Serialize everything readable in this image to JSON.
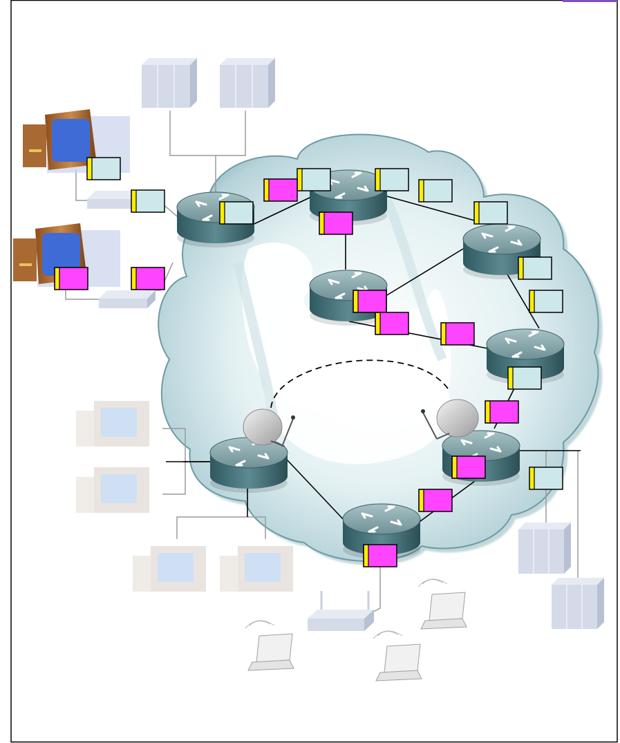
{
  "diagram": {
    "colors": {
      "frame": "#000000",
      "corner_tab": "#7c4fc4",
      "cloud_fill": "#d5e8ec",
      "cloud_edge": "#7fa9b2",
      "router_top": "#7f9ea3",
      "router_body": "#3e6c74",
      "link": "#000000",
      "gray_line": "#9a9a9a",
      "label_blue": "#cde8ea",
      "label_pink": "#ff44ff",
      "label_stripe": "#ffee00",
      "server": "#d4dae8",
      "faded_pc": "#e9e4df",
      "pc_body": "#b8773b",
      "pc_screen": "#3e6bd6"
    },
    "routers": [
      {
        "id": "edge-left"
      },
      {
        "id": "core-top"
      },
      {
        "id": "core-middle"
      },
      {
        "id": "core-right-upper"
      },
      {
        "id": "core-right-lower"
      },
      {
        "id": "satellite-left"
      },
      {
        "id": "satellite-right"
      },
      {
        "id": "core-bottom"
      }
    ],
    "satellite_dishes": [
      "left",
      "right"
    ],
    "label_kinds": {
      "blue": "cyan-label",
      "pink": "magenta-label"
    },
    "hosts": {
      "active_pcs": 2,
      "faded_pcs": 4,
      "servers": 4,
      "switches": 2,
      "laptops": 3,
      "access_points": 1
    }
  }
}
